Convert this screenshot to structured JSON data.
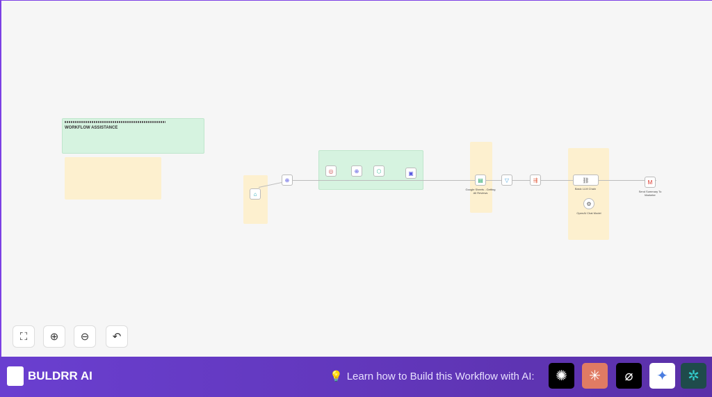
{
  "notes": {
    "assistance_title": "WORKFLOW ASSISTANCE"
  },
  "nodes": [
    {
      "label": "Google Sheets - Getting All Reviews",
      "icon": "sheets-icon"
    },
    {
      "label": "Basic LLM Chain",
      "icon": "chain-icon"
    },
    {
      "label": "OpenAI Chat Model",
      "icon": "openai-icon"
    },
    {
      "label": "Send Summary To Marketer",
      "icon": "gmail-icon"
    }
  ],
  "controls": {
    "fit": "⛶",
    "zoom_in": "⊕",
    "zoom_out": "⊖",
    "undo": "↶"
  },
  "footer": {
    "brand": "BULDRR AI",
    "learn": "Learn how to Build this Workflow with AI:",
    "bulb": "💡"
  },
  "ai_tools": [
    {
      "name": "chatgpt-icon",
      "color": "#000000",
      "glyph": "✺"
    },
    {
      "name": "claude-icon",
      "color": "#e07b63",
      "glyph": "✳"
    },
    {
      "name": "grok-icon",
      "color": "#000000",
      "glyph": "⌀"
    },
    {
      "name": "gemini-icon",
      "color": "#ffffff",
      "glyph": "✦"
    },
    {
      "name": "perplexity-icon",
      "color": "#1f4b4b",
      "glyph": "✲"
    }
  ]
}
